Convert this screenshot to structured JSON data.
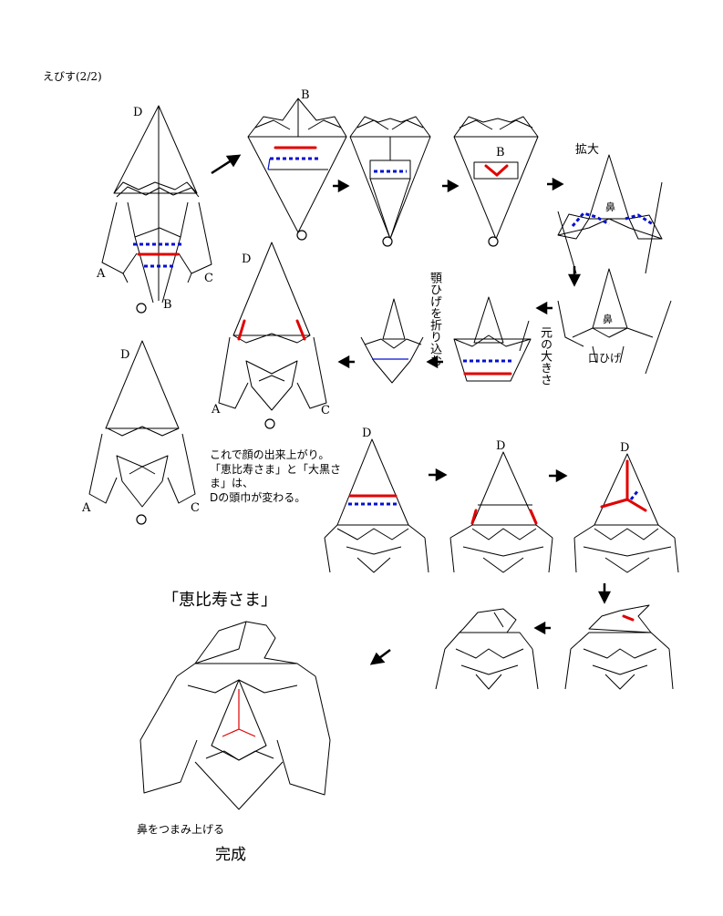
{
  "title": "えびす(2/2)",
  "points": {
    "a": "A",
    "b": "B",
    "c": "C",
    "d": "D"
  },
  "step_labels": {
    "enlarge": "拡大",
    "nose": "鼻",
    "mouth_beard": "口ひげ",
    "tuck_chin_beard": "顎ひげを折り込む",
    "original_size": "元の大きさ"
  },
  "note": {
    "line1": "これで顔の出来上がり。",
    "line2": "「恵比寿さま」と「大黒さま」は、",
    "line3": "Dの頭巾が変わる。"
  },
  "result_title": "「恵比寿さま」",
  "pinch_caption": "鼻をつまみ上げる",
  "done": "完成"
}
